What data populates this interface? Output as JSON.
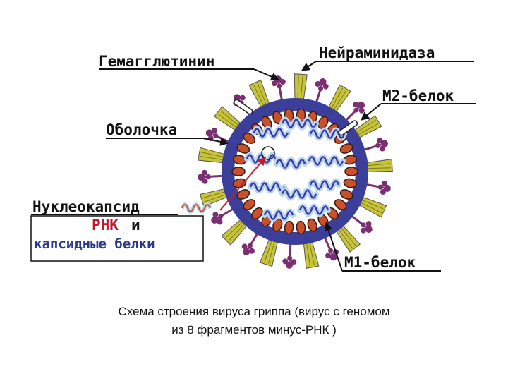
{
  "labels": {
    "hemagglutinin": "Гемагглютинин",
    "neuraminidase": "Нейраминидаза",
    "m2": "М2-белок",
    "envelope": "Оболочка",
    "nucleocapsid": "Нуклеокапсид",
    "rna": "РНК",
    "and": "и",
    "capsid_proteins": "капсидные белки",
    "m1": "М1-белок"
  },
  "caption": {
    "line1": "Схема строения вируса гриппа (вирус с геномом",
    "line2": "из 8 фрагментов минус-РНК )"
  },
  "colors": {
    "envelope": "#3b3f9a",
    "spike": "#c8c43a",
    "neuraminidase": "#7a2f73",
    "m1": "#c8502a",
    "rna": "#3a3aa8",
    "rna_glow": "#b9d6ef",
    "rna_label": "#c0192c",
    "pointer_red": "#c21b2b"
  }
}
